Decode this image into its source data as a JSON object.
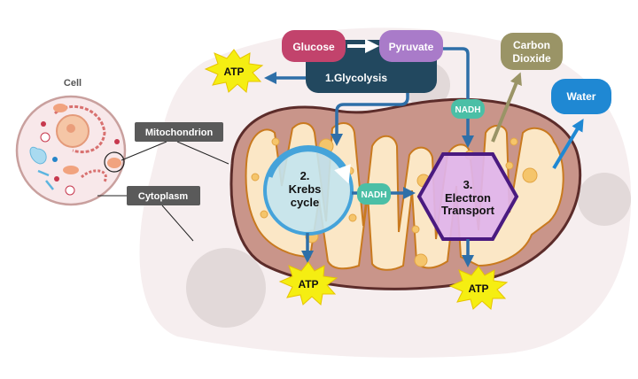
{
  "title": "Cellular respiration in the mitochondrion",
  "labels": {
    "cell": "Cell",
    "mitochondrion": "Mitochondrion",
    "cytoplasm": "Cytoplasm"
  },
  "nodes": {
    "glucose": "Glucose",
    "pyruvate": "Pyruvate",
    "glycolysis": "1.Glycolysis",
    "carbon_dioxide_line1": "Carbon",
    "carbon_dioxide_line2": "Dioxide",
    "water": "Water",
    "krebs_line1": "2.",
    "krebs_line2": "Krebs",
    "krebs_line3": "cycle",
    "etc_line1": "3.",
    "etc_line2": "Electron",
    "etc_line3": "Transport",
    "nadh_top": "NADH",
    "nadh_middle": "NADH",
    "atp_glycolysis": "ATP",
    "atp_krebs": "ATP",
    "atp_etc": "ATP"
  },
  "colors": {
    "glucose": "#c2436c",
    "pyruvate": "#a97bc9",
    "glycolysis": "#22485f",
    "carbon_dioxide": "#9a9466",
    "water": "#1f88d3",
    "nadh": "#4bbfa6",
    "arrow": "#2e6fa8",
    "atp": "#f5ee12",
    "krebs_fill": "#c3e4ee",
    "krebs_stroke": "#45a3da",
    "etc_fill": "#e0b4ec",
    "etc_stroke": "#4a1a80",
    "mito_outer": "#c9958a",
    "mito_inner": "#fbe7c6"
  }
}
